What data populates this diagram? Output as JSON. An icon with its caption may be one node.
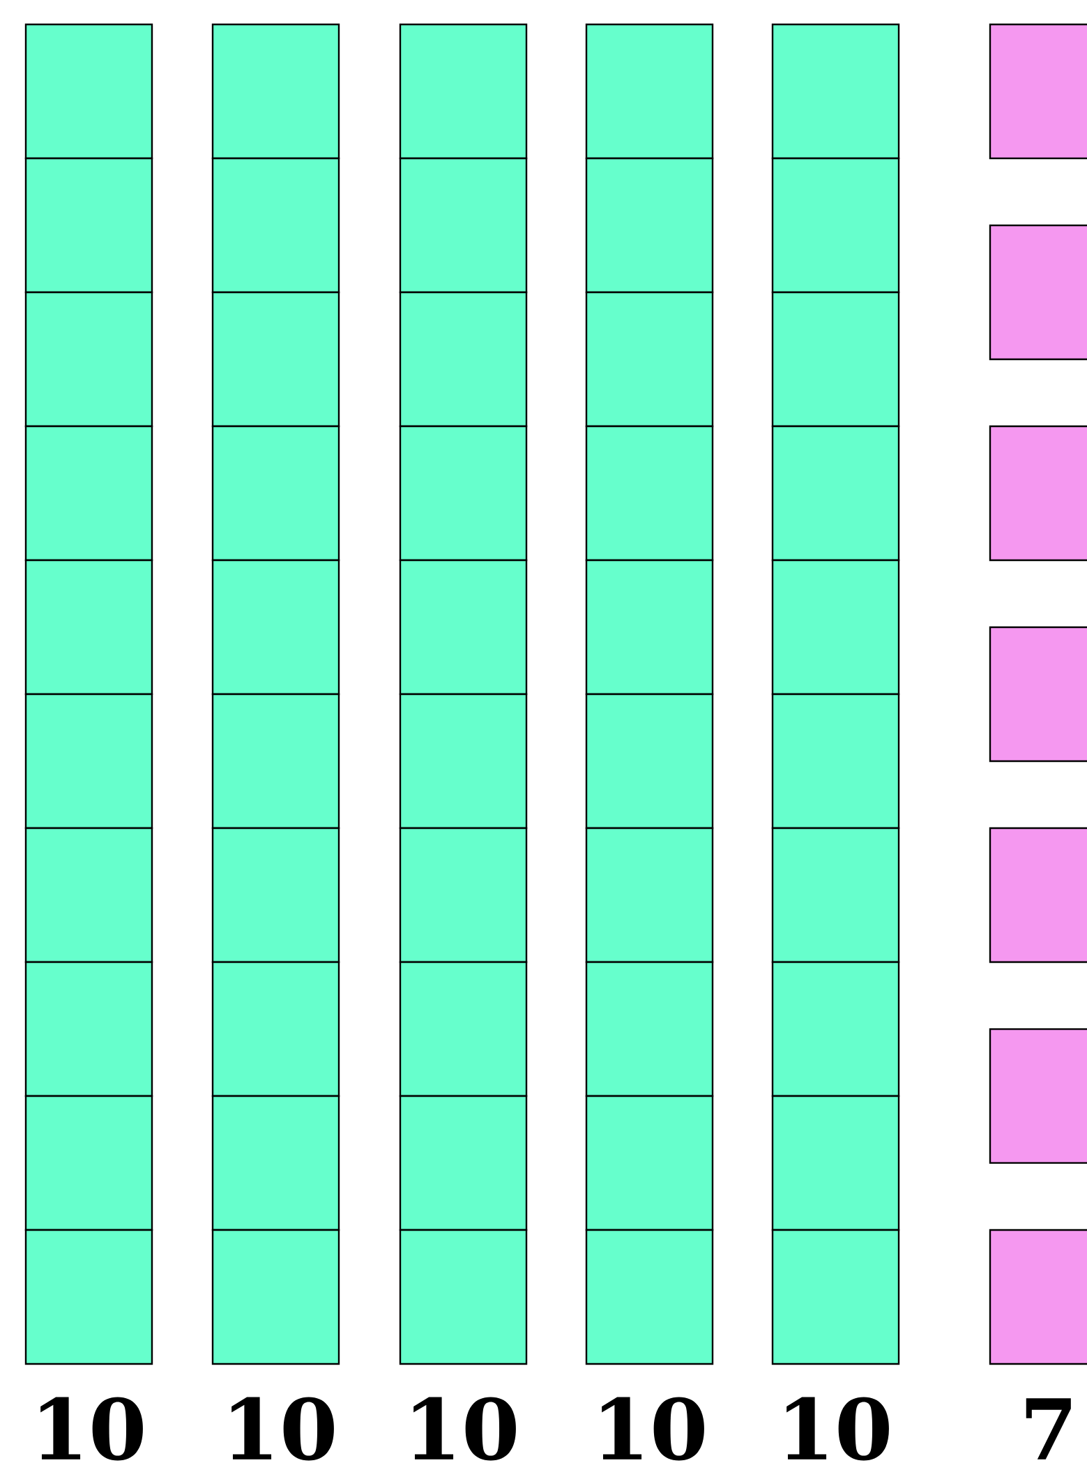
{
  "diagram": {
    "labels": [
      "10",
      "10",
      "10",
      "10",
      "10",
      "7"
    ]
  }
}
